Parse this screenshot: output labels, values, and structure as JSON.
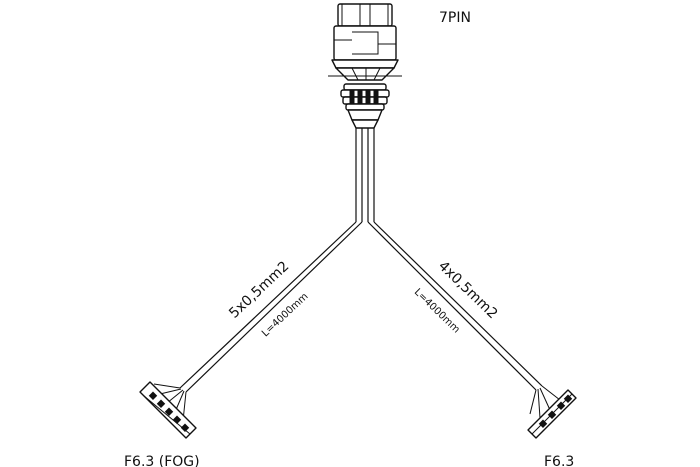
{
  "diagram": {
    "connector_label": "7PIN",
    "left_branch": {
      "cable_spec": "5x0,5mm2",
      "length": "L=4000mm",
      "terminal_label": "F6.3 (FOG)"
    },
    "right_branch": {
      "cable_spec": "4x0,5mm2",
      "length": "L=4000mm",
      "terminal_label": "F6.3"
    }
  }
}
